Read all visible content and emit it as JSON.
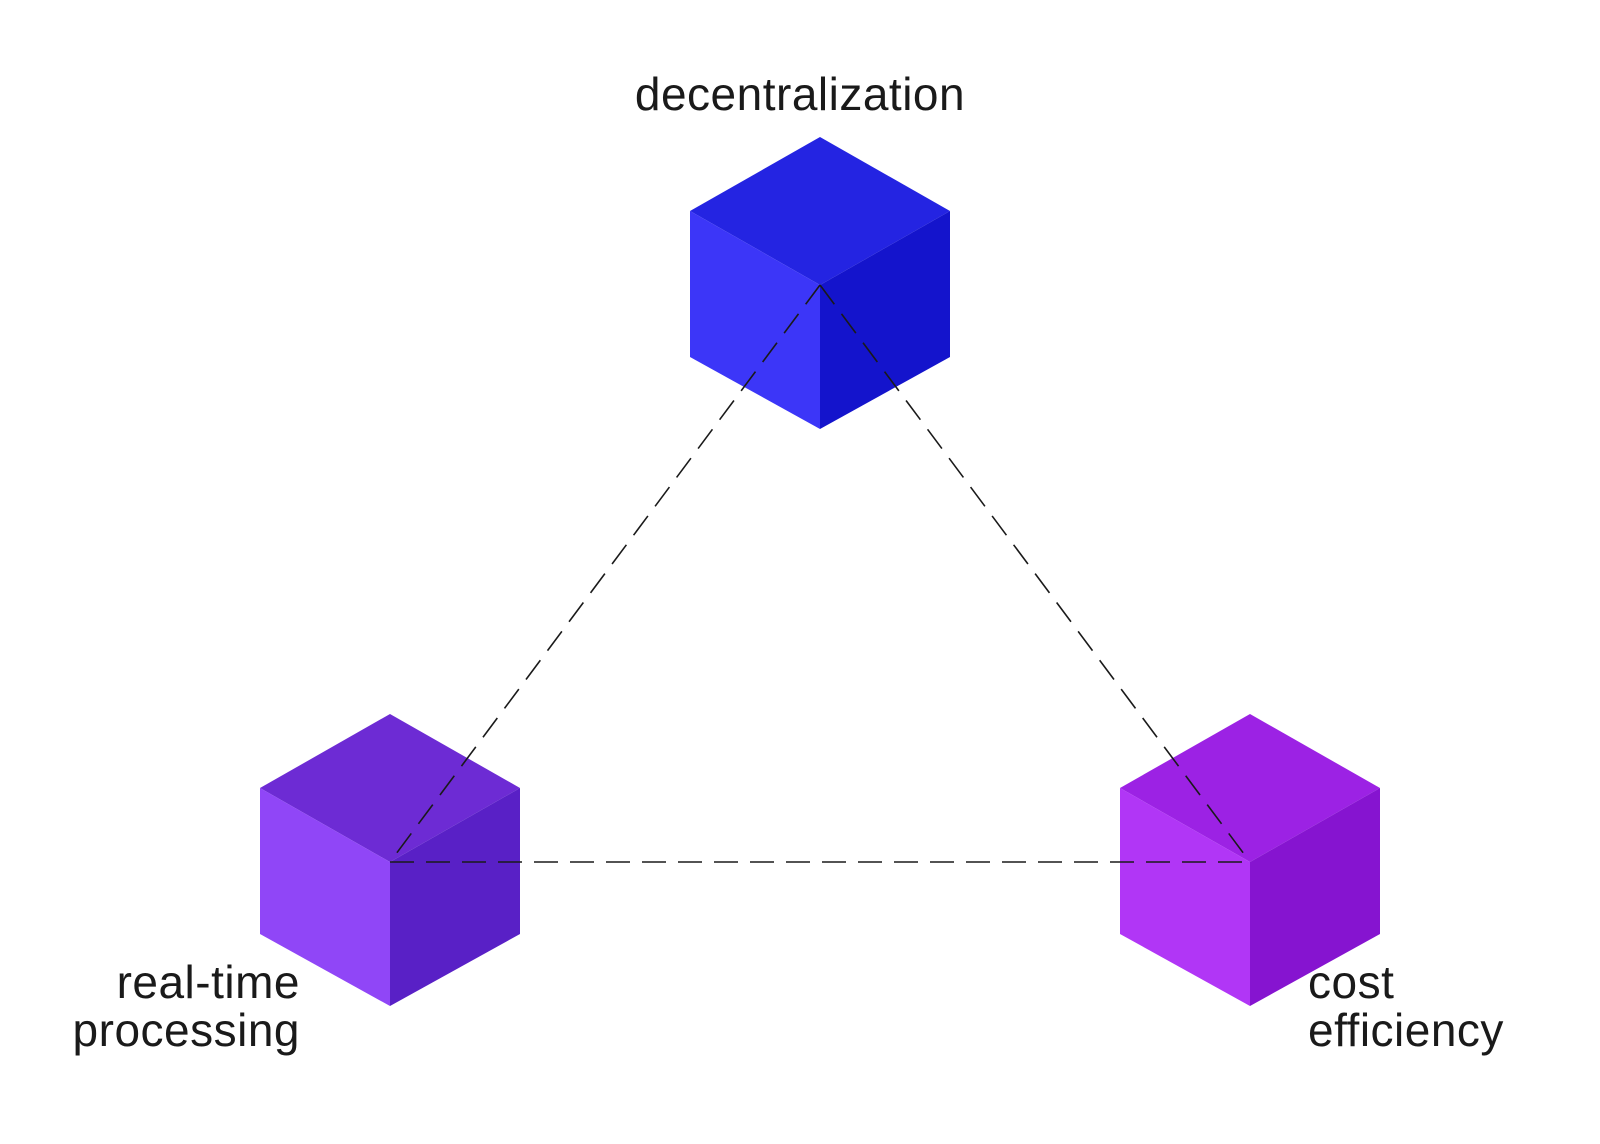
{
  "nodes": {
    "top": {
      "label": "decentralization",
      "colors": {
        "top": "#2424e2",
        "left": "#3c36f8",
        "right": "#1414cc"
      }
    },
    "left": {
      "label_line1": "real-time",
      "label_line2": "processing",
      "colors": {
        "top": "#6d2bd4",
        "left": "#9046f7",
        "right": "#5920c6"
      }
    },
    "right": {
      "label_line1": "cost",
      "label_line2": "efficiency",
      "colors": {
        "top": "#9c22e4",
        "left": "#b136f6",
        "right": "#8614d0"
      }
    }
  },
  "connector_color": "#1a1a1a",
  "text_color": "#1a1a1a"
}
